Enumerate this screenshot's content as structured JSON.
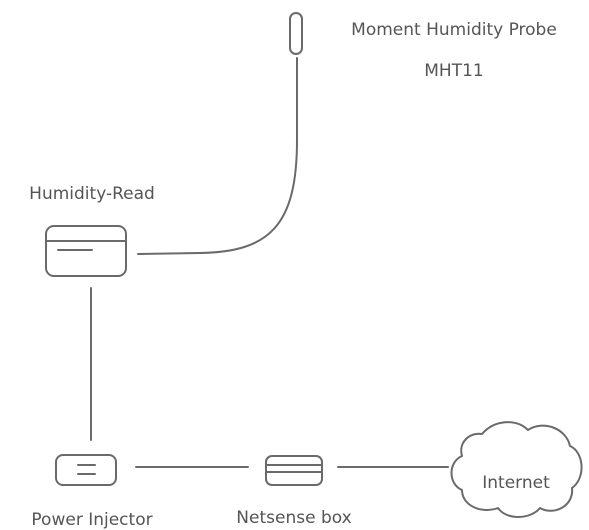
{
  "nodes": {
    "probe": {
      "label_line1": "Moment Humidity Probe",
      "label_line2": "MHT11",
      "icon": "probe-icon"
    },
    "humidity_read": {
      "label": "Humidity-Read",
      "icon": "humidity-reader-icon"
    },
    "power_injector": {
      "label": "Power Injector",
      "icon": "power-injector-icon"
    },
    "netsense_box": {
      "label": "Netsense box",
      "icon": "netsense-box-icon"
    },
    "internet": {
      "label": "Internet",
      "icon": "cloud-icon"
    }
  },
  "edges": [
    {
      "from": "probe",
      "to": "humidity_read"
    },
    {
      "from": "humidity_read",
      "to": "power_injector"
    },
    {
      "from": "power_injector",
      "to": "netsense_box"
    },
    {
      "from": "netsense_box",
      "to": "internet"
    }
  ],
  "colors": {
    "line": "#6a6a6a",
    "text": "#555555",
    "background": "#ffffff"
  }
}
